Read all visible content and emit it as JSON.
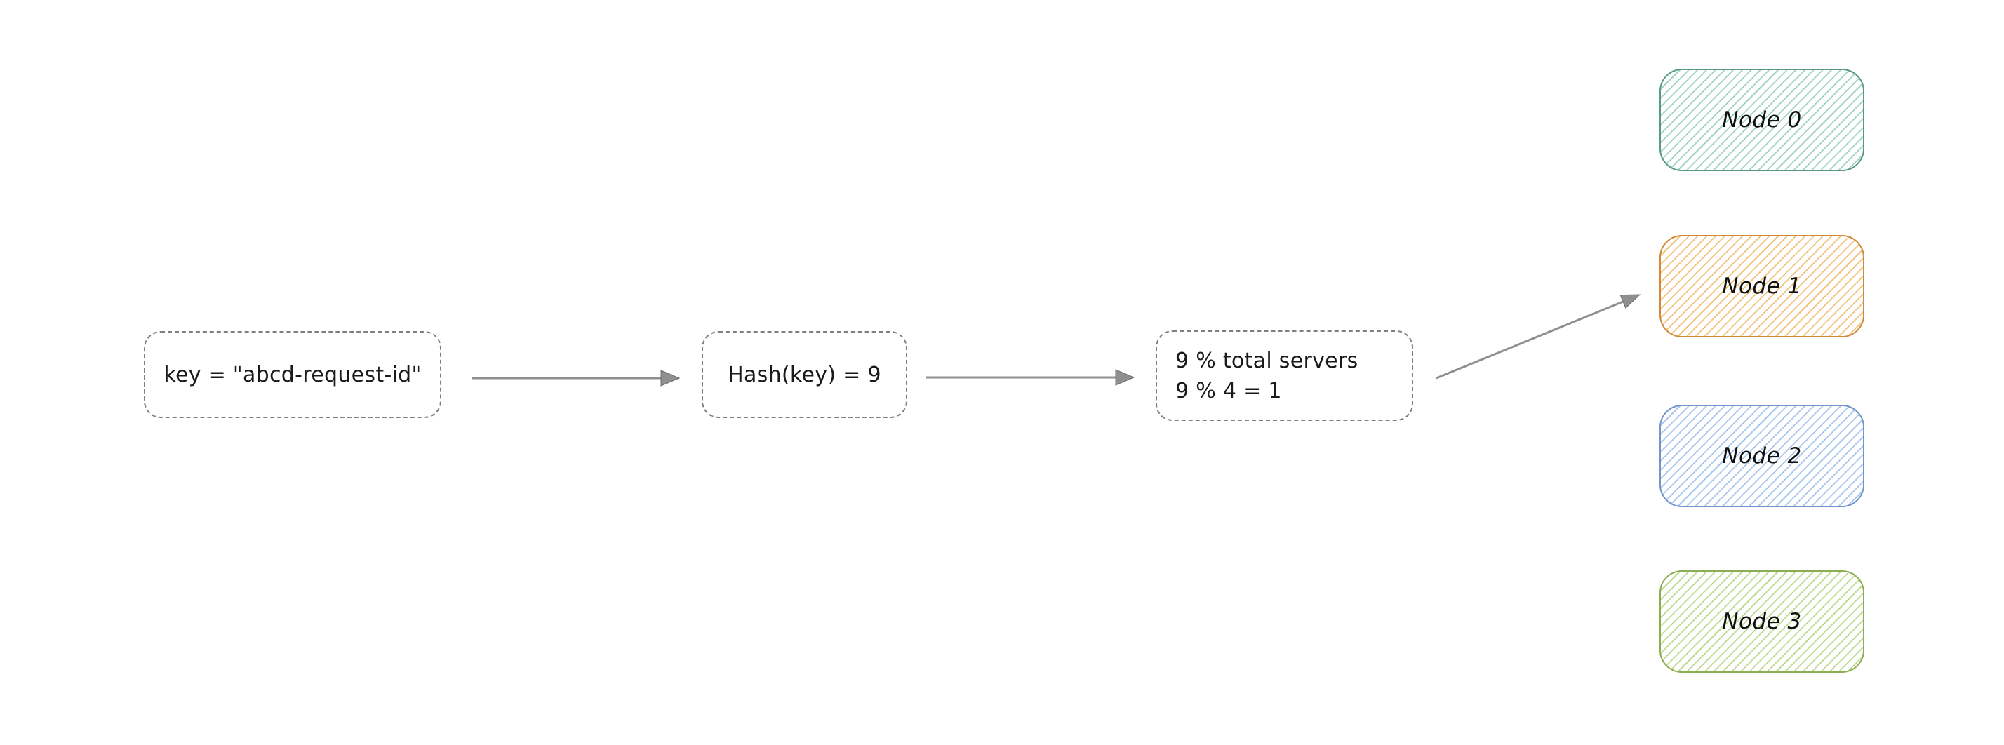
{
  "diagram": {
    "background": "#ffffff",
    "steps": [
      {
        "label": "key = \"abcd-request-id\""
      },
      {
        "label": "Hash(key) = 9"
      },
      {
        "line1": "9 % total servers",
        "line2": "9 % 4 = 1"
      }
    ],
    "nodes": [
      {
        "label": "Node 0",
        "stroke": "#569b81",
        "hatch": "#9fd3bf"
      },
      {
        "label": "Node 1",
        "stroke": "#d28a39",
        "hatch": "#f2c27c"
      },
      {
        "label": "Node 2",
        "stroke": "#7194ce",
        "hatch": "#a6c6ef"
      },
      {
        "label": "Node 3",
        "stroke": "#8dae50",
        "hatch": "#bfd98f"
      }
    ],
    "colors": {
      "arrow": "#8f8f8f",
      "box_border": "#7f7f7f",
      "text": "#1a1a1a"
    }
  }
}
